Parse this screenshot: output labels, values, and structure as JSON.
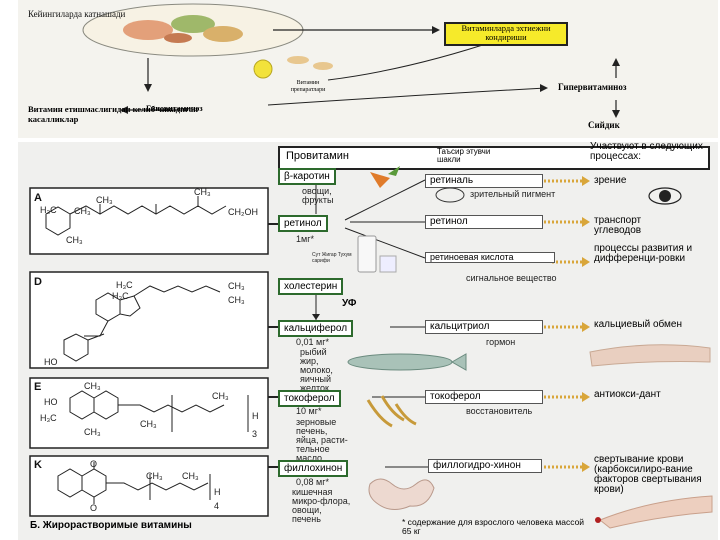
{
  "top": {
    "food_caption": "Кейингиларда катнашади",
    "vitamin_box": "Витаминларда эхтиежни кондириши",
    "pill_caption": "Витамин препаратлари",
    "hypovitaminosis": "Гиповитаминоз",
    "vitamin_deficiency": "Витамин етишмаслигидан келиб чикадиган касалликлар",
    "hypervitaminosis": "Гипервитаминоз",
    "norm": "Сийдик"
  },
  "header": {
    "provitamin": "Провитамин",
    "active_form": "Таъсир этувчи шакли",
    "participates": "Участвуют в следующих процессах:"
  },
  "rows": [
    {
      "letter": "A",
      "provitamin": "β-каротин",
      "sources": "овощи, фрукты",
      "vitamin": "ретинол",
      "dose": "1мг*",
      "dose_sources": "Сут Жигар Тухум сарифи",
      "forms": [
        {
          "name": "ретиналь",
          "sub": "зрительный пигмент",
          "process": "зрение"
        },
        {
          "name": "ретинол",
          "sub": "",
          "process": "транспорт углеводов"
        },
        {
          "name": "ретиноевая кислота",
          "sub": "сигнальное вещество",
          "process": "процессы развития и дифференци-ровки"
        }
      ]
    },
    {
      "letter": "D",
      "provitamin": "холестерин",
      "uv": "УФ",
      "vitamin": "кальциферол",
      "dose": "0,01 мг*",
      "dose_sources": "рыбий жир, молоко, яичный желток",
      "forms": [
        {
          "name": "кальцитриол",
          "sub": "гормон",
          "process": "кальциевый обмен"
        }
      ]
    },
    {
      "letter": "E",
      "vitamin": "токоферол",
      "dose": "10 мг*",
      "dose_sources": "зерновые печень, яйца, расти-тельное масло",
      "forms": [
        {
          "name": "токоферол",
          "sub": "восстановитель",
          "process": "антиокси-дант"
        }
      ]
    },
    {
      "letter": "K",
      "vitamin": "филлохинон",
      "dose": "0,08 мг*",
      "dose_sources": "кишечная микро-флора, овощи, печень",
      "forms": [
        {
          "name": "филлогидро-хинон",
          "sub": "",
          "process": "свертывание крови (карбоксилиро-вание факторов свертывания крови)"
        }
      ]
    }
  ],
  "footer": {
    "title": "Б. Жирорастворимые витамины",
    "note": "* содержание для взрослого человека массой 65 кг"
  },
  "formula": {
    "a_labels": [
      "H₃C",
      "CH₃",
      "CH₃",
      "CH₃",
      "CH₂OH",
      "CH₃"
    ],
    "d_labels": [
      "H₃C",
      "H₃C",
      "CH₃",
      "CH₃",
      "HO"
    ],
    "e_labels": [
      "CH₃",
      "HO",
      "H₃C",
      "CH₃",
      "CH₃",
      "CH₃",
      "H",
      "3"
    ],
    "k_labels": [
      "O",
      "CH₃",
      "O",
      "CH₃",
      "H",
      "4"
    ]
  }
}
